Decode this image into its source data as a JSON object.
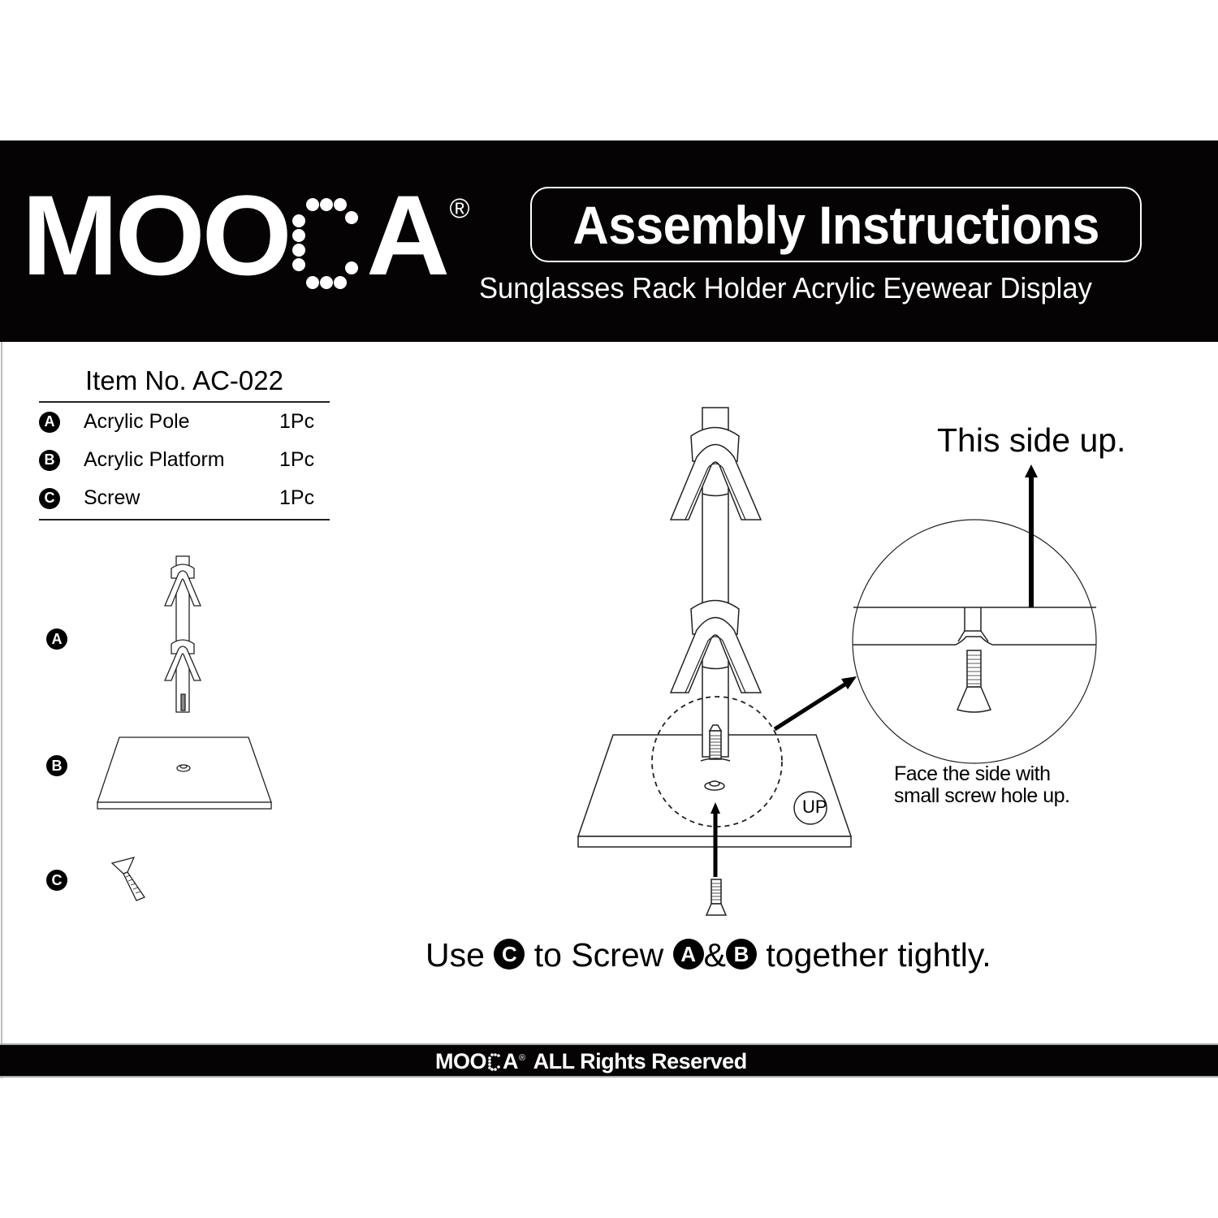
{
  "header": {
    "brand": {
      "prefix": "MOO",
      "suffix": "A",
      "registered": "®",
      "dotted_letter": "C"
    },
    "title": "Assembly Instructions",
    "subtitle": "Sunglasses Rack Holder Acrylic Eyewear Display"
  },
  "parts_list": {
    "item_no": "Item No. AC-022",
    "items": [
      {
        "badge": "A",
        "name": "Acrylic Pole",
        "qty": "1Pc"
      },
      {
        "badge": "B",
        "name": "Acrylic Platform",
        "qty": "1Pc"
      },
      {
        "badge": "C",
        "name": "Screw",
        "qty": "1Pc"
      }
    ]
  },
  "part_illustrations": [
    {
      "badge": "A",
      "icon": "acrylic-pole-icon"
    },
    {
      "badge": "B",
      "icon": "acrylic-platform-icon"
    },
    {
      "badge": "C",
      "icon": "screw-icon"
    }
  ],
  "diagram": {
    "this_side_up": "This side up.",
    "up_label": "UP",
    "note_line1": "Face the side with",
    "note_line2": "small screw hole up.",
    "instruction": {
      "part1": "Use",
      "badge1": "C",
      "part2": "to Screw",
      "badge2": "A",
      "part3": "&",
      "badge3": "B",
      "part4": "together tightly."
    }
  },
  "footer": {
    "brand_prefix": "MOO",
    "brand_suffix": "A",
    "registered": "®",
    "text": "ALL Rights Reserved"
  },
  "colors": {
    "bar": "#050303",
    "text": "#000000",
    "inverse_text": "#ffffff",
    "frame": "#bdbdbd"
  }
}
